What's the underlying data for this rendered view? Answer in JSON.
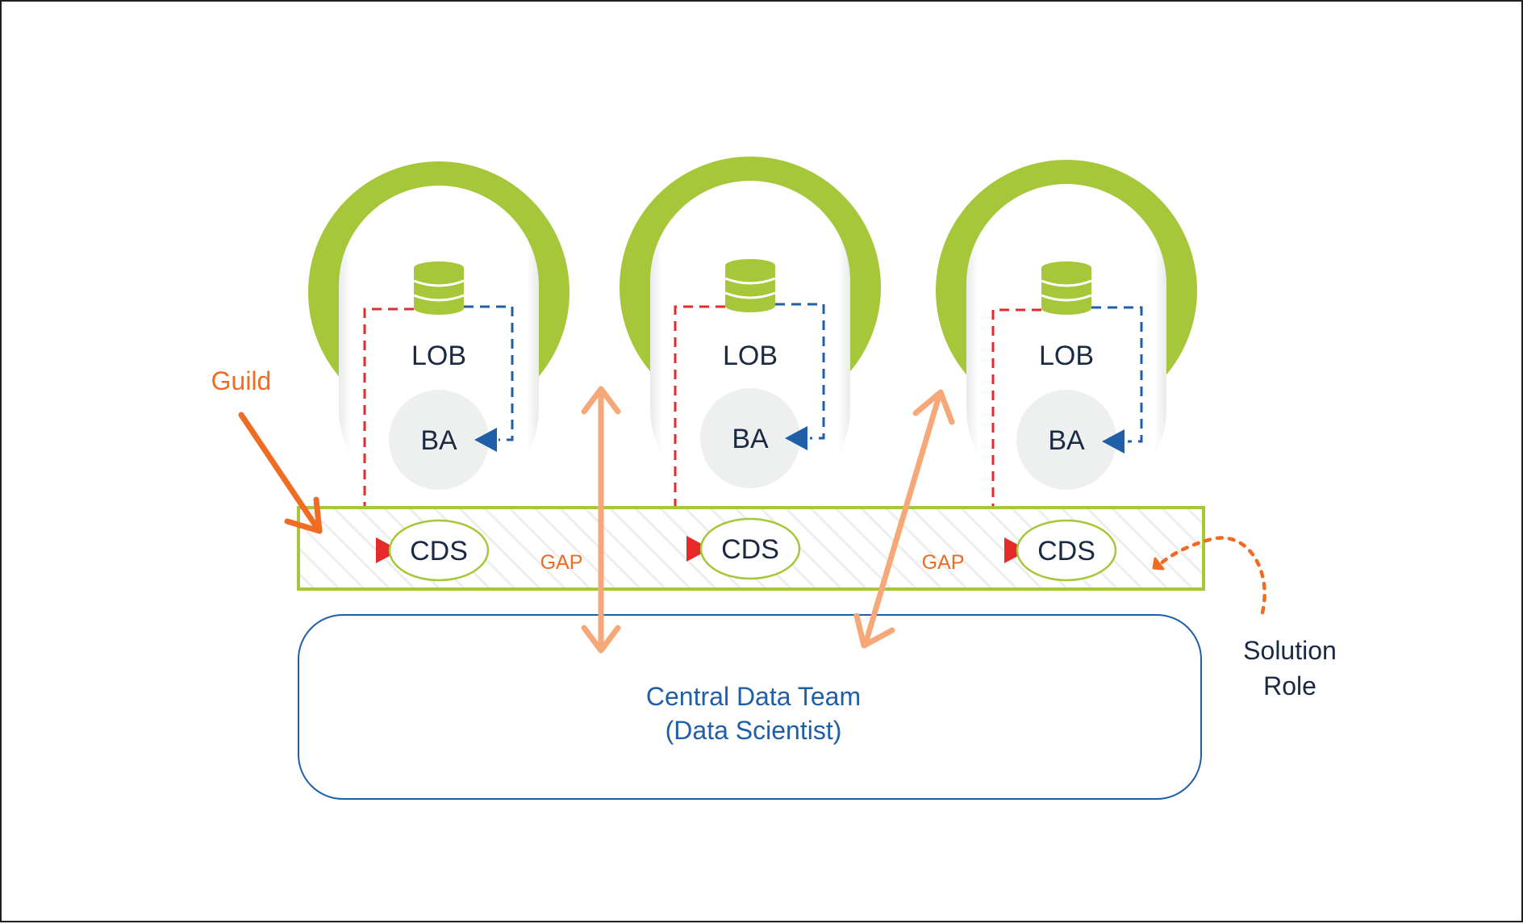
{
  "lob_units": [
    {
      "lob_label": "LOB",
      "ba_label": "BA",
      "cds_label": "CDS"
    },
    {
      "lob_label": "LOB",
      "ba_label": "BA",
      "cds_label": "CDS"
    },
    {
      "lob_label": "LOB",
      "ba_label": "BA",
      "cds_label": "CDS"
    }
  ],
  "gap_labels": [
    "GAP",
    "GAP"
  ],
  "guild_label": "Guild",
  "central_team": {
    "line1": "Central Data Team",
    "line2": "(Data Scientist)"
  },
  "solution_role": {
    "line1": "Solution",
    "line2": "Role"
  },
  "colors": {
    "arch_green": "#a6c73a",
    "guild_border": "#a6c73a",
    "red_dash": "#e52a2a",
    "blue_dash": "#1f5fa8",
    "gap_arrow": "#f7a878",
    "orange_accent": "#ef6c22",
    "ba_circle": "#eef0f0",
    "text_dark": "#1b2a44",
    "team_text": "#1f5fa8"
  },
  "icons": [
    "database-icon",
    "arrow-icon"
  ]
}
